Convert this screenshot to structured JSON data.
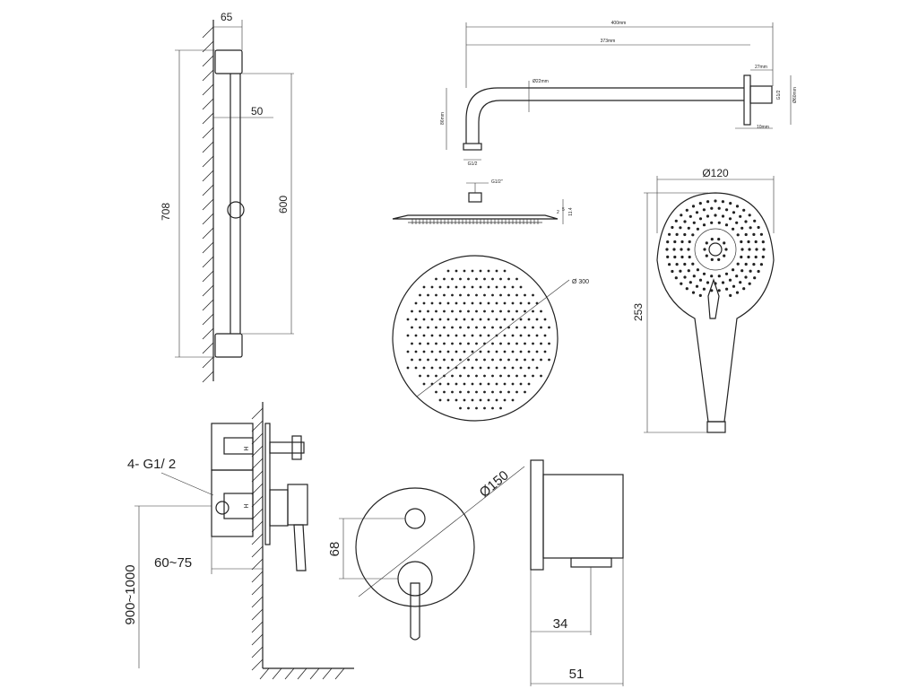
{
  "drawing": {
    "slide_rail": {
      "width_label": "65",
      "bracket_label": "50",
      "total_height_label": "708",
      "rail_height_label": "600"
    },
    "shower_arm": {
      "total_length_label": "400mm",
      "arm_length_label": "373mm",
      "pipe_diameter_label": "Ø22mm",
      "drop_height_label": "86mm",
      "outlet_thread_label": "G1/2",
      "flange_depth_label": "27mm",
      "flange_thread_label": "G1/2",
      "flange_diameter_label": "Ø60mm",
      "wall_depth_label": "10mm"
    },
    "head_profile": {
      "thread_label": "G1/2\"",
      "dim_a": "2",
      "dim_b": "5",
      "dim_c": "11.4"
    },
    "rain_head": {
      "diameter_label": "Ø 300"
    },
    "hand_shower": {
      "diameter_label": "Ø120",
      "length_label": "253"
    },
    "valve_side": {
      "ports_label": "4- G1/ 2",
      "depth_label": "60~75",
      "height_label": "900~1000",
      "mark_hot": "H"
    },
    "valve_front": {
      "plate_diameter_label": "Ø150",
      "spacing_label": "68"
    },
    "wall_outlet": {
      "depth_label": "34",
      "total_label": "51"
    }
  }
}
